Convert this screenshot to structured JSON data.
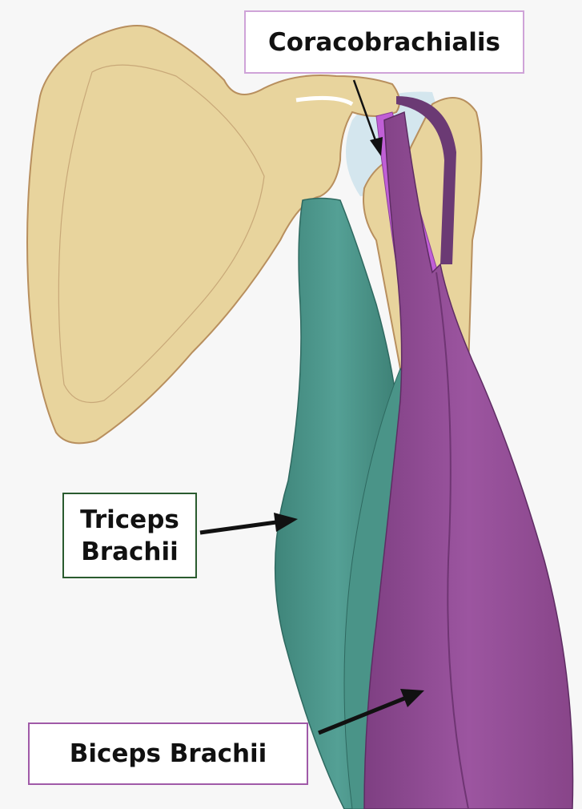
{
  "labels": {
    "coracobrachialis": "Coracobrachialis",
    "triceps_line1": "Triceps",
    "triceps_line2": "Brachii",
    "biceps": "Biceps Brachii"
  },
  "colors": {
    "bone": "#e8d49d",
    "bone_outline": "#b88f5e",
    "cartilage": "#d4e6ee",
    "triceps": "#4a9488",
    "biceps": "#914b94",
    "coracobrachialis": "#c05fd6",
    "arrow": "#111111"
  }
}
